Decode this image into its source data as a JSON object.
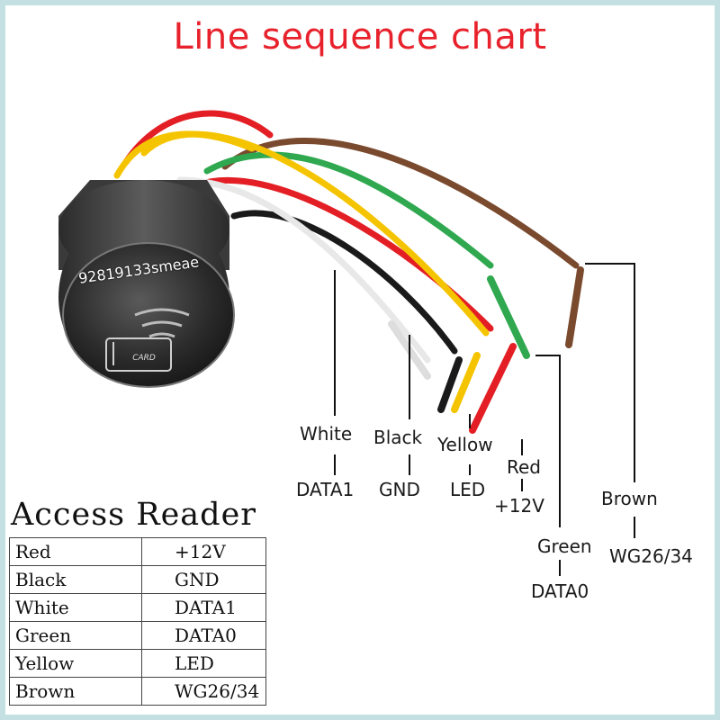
{
  "title": "Line sequence chart",
  "watermark": "92819133smeae",
  "reader_label": "CARD",
  "wires": [
    {
      "color": "White",
      "signal": "DATA1",
      "hex": "#f2f2f2"
    },
    {
      "color": "Black",
      "signal": "GND",
      "hex": "#1a1a1a"
    },
    {
      "color": "Yellow",
      "signal": "LED",
      "hex": "#f5c400"
    },
    {
      "color": "Red",
      "signal": "+12V",
      "hex": "#e31e24"
    },
    {
      "color": "Green",
      "signal": "DATA0",
      "hex": "#2fa84f"
    },
    {
      "color": "Brown",
      "signal": "WG26/34",
      "hex": "#7a4a2e"
    }
  ],
  "table": {
    "title": "Access Reader",
    "rows": [
      {
        "color": "Red",
        "signal": "+12V"
      },
      {
        "color": "Black",
        "signal": "GND"
      },
      {
        "color": "White",
        "signal": "DATA1"
      },
      {
        "color": "Green",
        "signal": "DATA0"
      },
      {
        "color": "Yellow",
        "signal": "LED"
      },
      {
        "color": "Brown",
        "signal": "WG26/34"
      }
    ]
  },
  "colors": {
    "title": "#e8222c",
    "frame": "#c4e0e3"
  }
}
